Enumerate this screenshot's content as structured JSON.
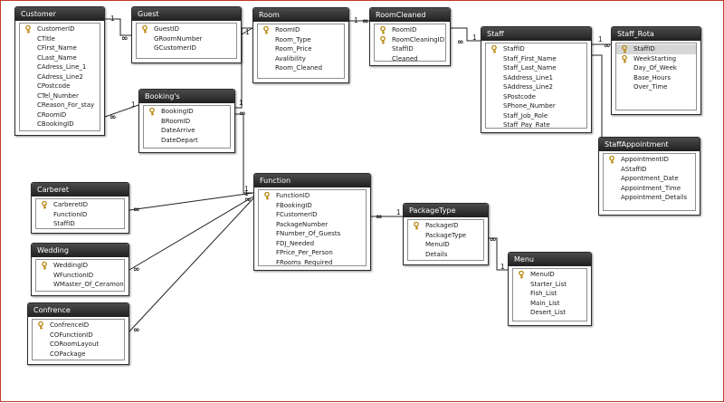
{
  "diagram": {
    "title": "Relationships",
    "tables": [
      {
        "id": "customer",
        "name": "Customer",
        "fields": [
          {
            "name": "CustomerID",
            "key": true
          },
          {
            "name": "CTitle"
          },
          {
            "name": "CFirst_Name"
          },
          {
            "name": "CLast_Name"
          },
          {
            "name": "CAdress_Line_1"
          },
          {
            "name": "CAdress_Line2"
          },
          {
            "name": "CPostcode"
          },
          {
            "name": "CTel_Number"
          },
          {
            "name": "CReason_For_stay"
          },
          {
            "name": "CRoomID"
          },
          {
            "name": "CBookingID"
          }
        ]
      },
      {
        "id": "guest",
        "name": "Guest",
        "fields": [
          {
            "name": "GuestID",
            "key": true
          },
          {
            "name": "GRoomNumber"
          },
          {
            "name": "GCustomerID"
          }
        ]
      },
      {
        "id": "room",
        "name": "Room",
        "fields": [
          {
            "name": "RoomID",
            "key": true
          },
          {
            "name": "Room_Type"
          },
          {
            "name": "Room_Price"
          },
          {
            "name": "Avalibility"
          },
          {
            "name": "Room_Cleaned"
          }
        ]
      },
      {
        "id": "roomcleaned",
        "name": "RoomCleaned",
        "fields": [
          {
            "name": "RoomID",
            "key": true
          },
          {
            "name": "RoomCleaningID",
            "key": true
          },
          {
            "name": "StaffID"
          },
          {
            "name": "Cleaned"
          }
        ]
      },
      {
        "id": "staff",
        "name": "Staff",
        "fields": [
          {
            "name": "StaffID",
            "key": true
          },
          {
            "name": "Staff_First_Name"
          },
          {
            "name": "Staff_Last_Name"
          },
          {
            "name": "SAddress_Line1"
          },
          {
            "name": "SAddress_Line2"
          },
          {
            "name": "SPostcode"
          },
          {
            "name": "SPhone_Number"
          },
          {
            "name": "Staff_Job_Role"
          },
          {
            "name": "Staff_Pay_Rate"
          }
        ]
      },
      {
        "id": "staffrota",
        "name": "Staff_Rota",
        "fields": [
          {
            "name": "StaffID",
            "key": true,
            "selected": true
          },
          {
            "name": "WeekStarting",
            "key": true
          },
          {
            "name": "Day_Of_Week"
          },
          {
            "name": "Base_Hours"
          },
          {
            "name": "Over_Time"
          }
        ]
      },
      {
        "id": "bookings",
        "name": "Booking's",
        "fields": [
          {
            "name": "BookingID",
            "key": true
          },
          {
            "name": "BRoomID"
          },
          {
            "name": "DateArrive"
          },
          {
            "name": "DateDepart"
          }
        ]
      },
      {
        "id": "staffappointment",
        "name": "StaffAppointment",
        "fields": [
          {
            "name": "AppointmentID",
            "key": true
          },
          {
            "name": "AStaffID"
          },
          {
            "name": "Appontment_Date"
          },
          {
            "name": "Appointment_Time"
          },
          {
            "name": "Appointment_Details"
          }
        ]
      },
      {
        "id": "carberet",
        "name": "Carberet",
        "fields": [
          {
            "name": "CarberetID",
            "key": true
          },
          {
            "name": "FunctionID"
          },
          {
            "name": "StaffID"
          }
        ]
      },
      {
        "id": "function",
        "name": "Function",
        "fields": [
          {
            "name": "FunctionID",
            "key": true
          },
          {
            "name": "FBookingID"
          },
          {
            "name": "FCustomerID"
          },
          {
            "name": "PackageNumber"
          },
          {
            "name": "FNumber_Of_Guests"
          },
          {
            "name": "FDJ_Needed"
          },
          {
            "name": "FPrice_Per_Person"
          },
          {
            "name": "FRooms_Required"
          }
        ]
      },
      {
        "id": "packagetype",
        "name": "PackageType",
        "fields": [
          {
            "name": "PackageID",
            "key": true
          },
          {
            "name": "PackageType"
          },
          {
            "name": "MenuID"
          },
          {
            "name": "Details"
          }
        ]
      },
      {
        "id": "wedding",
        "name": "Wedding",
        "fields": [
          {
            "name": "WeddingID",
            "key": true
          },
          {
            "name": "WFunctionID"
          },
          {
            "name": "WMaster_Of_Ceramonies"
          }
        ]
      },
      {
        "id": "menu",
        "name": "Menu",
        "fields": [
          {
            "name": "MenuID",
            "key": true
          },
          {
            "name": "Starter_List"
          },
          {
            "name": "Fish_List"
          },
          {
            "name": "Main_List"
          },
          {
            "name": "Desert_List"
          }
        ]
      },
      {
        "id": "confrence",
        "name": "Confrence",
        "fields": [
          {
            "name": "ConfrenceID",
            "key": true
          },
          {
            "name": "COFunctionID"
          },
          {
            "name": "CORoomLayout"
          },
          {
            "name": "COPackage"
          }
        ]
      }
    ],
    "relationships": [
      {
        "id": "customer-guest",
        "from": "customer",
        "to": "guest",
        "labels": [
          "1",
          "∞"
        ]
      },
      {
        "id": "guest-room",
        "from": "guest",
        "to": "room",
        "labels": [
          "1"
        ]
      },
      {
        "id": "room-roomcleaned",
        "from": "room",
        "to": "roomcleaned",
        "labels": [
          "1",
          "∞"
        ]
      },
      {
        "id": "roomcleaned-staff",
        "from": "roomcleaned",
        "to": "staff",
        "labels": [
          "∞",
          "1"
        ]
      },
      {
        "id": "staff-staffrota",
        "from": "staff",
        "to": "staffrota",
        "labels": [
          "1",
          "∞"
        ]
      },
      {
        "id": "staff-staffappointment",
        "from": "staff",
        "to": "staffappointment",
        "labels": [
          "1"
        ]
      },
      {
        "id": "customer-bookings",
        "from": "customer",
        "to": "bookings",
        "labels": [
          "∞",
          "1"
        ]
      },
      {
        "id": "room-bookings",
        "from": "room",
        "to": "bookings",
        "labels": [
          "1",
          "∞"
        ]
      },
      {
        "id": "bookings-function",
        "from": "bookings",
        "to": "function",
        "labels": [
          "1",
          "∞"
        ]
      },
      {
        "id": "carberet-function",
        "from": "carberet",
        "to": "function",
        "labels": [
          "∞",
          "1"
        ]
      },
      {
        "id": "wedding-function",
        "from": "wedding",
        "to": "function",
        "labels": [
          "∞"
        ]
      },
      {
        "id": "confrence-function",
        "from": "confrence",
        "to": "function",
        "labels": [
          "∞"
        ]
      },
      {
        "id": "function-packagetype",
        "from": "function",
        "to": "packagetype",
        "labels": [
          "∞",
          "1"
        ]
      },
      {
        "id": "packagetype-menu",
        "from": "packagetype",
        "to": "menu",
        "labels": [
          "∞",
          "1"
        ]
      }
    ]
  }
}
